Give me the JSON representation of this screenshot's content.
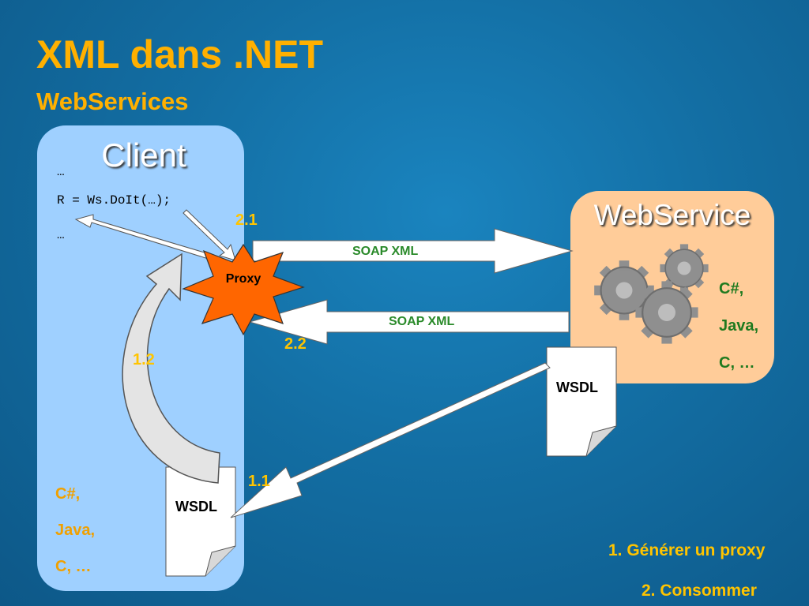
{
  "header": {
    "title": "XML dans .NET",
    "subtitle": "WebServices"
  },
  "client": {
    "title": "Client",
    "code": [
      "…",
      "R = Ws.DoIt(…);",
      "…"
    ],
    "languages": [
      "C#,",
      "Java,",
      "C, …"
    ]
  },
  "webservice": {
    "title": "WebService",
    "languages": [
      "C#,",
      "Java,",
      "C, …"
    ]
  },
  "proxy": {
    "label": "Proxy"
  },
  "messages": {
    "request": "SOAP XML",
    "response": "SOAP XML"
  },
  "documents": {
    "server_wsdl": "WSDL",
    "client_wsdl": "WSDL"
  },
  "steps": {
    "s11": "1.1",
    "s12": "1.2",
    "s21": "2.1",
    "s22": "2.2"
  },
  "legend": {
    "item1": "1. Générer un proxy",
    "item2": "2. Consommer"
  },
  "colors": {
    "title": "#ffb000",
    "client_box": "#9fd0ff",
    "webservice_box": "#ffcc99",
    "proxy": "#ff6600",
    "soap_text": "#2a8a2a"
  },
  "icons": {
    "gears": "gear-icon",
    "proxy": "starburst"
  }
}
